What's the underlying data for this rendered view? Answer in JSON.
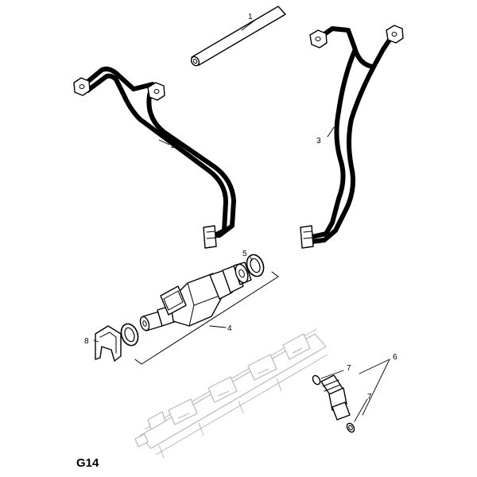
{
  "figure": {
    "code": "G14",
    "callouts": {
      "part1": "1",
      "part2": "2",
      "part3": "3",
      "part4": "4",
      "part5": "5",
      "part6": "6",
      "part7_upper": "7",
      "part7_lower": "7",
      "part8": "8"
    }
  }
}
